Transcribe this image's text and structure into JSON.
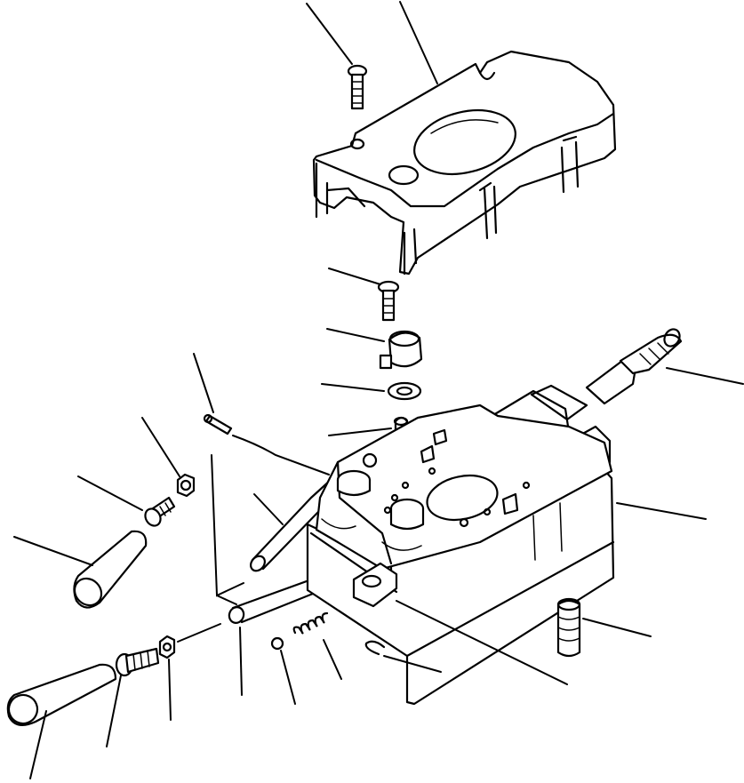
{
  "diagram": {
    "kind": "exploded-parts-view",
    "parts": [
      "cover",
      "cover-bolt",
      "bolt",
      "cap",
      "washer",
      "pin",
      "spring-pin",
      "nut-small",
      "bolt-small",
      "knob-upper",
      "lever-upper",
      "lever-lower",
      "knob-lower",
      "bolt-lower",
      "nut-lower",
      "ball",
      "spring",
      "snap-ring",
      "switch",
      "valve-body",
      "plug"
    ],
    "line_color": "#000000",
    "background_color": "#ffffff"
  }
}
